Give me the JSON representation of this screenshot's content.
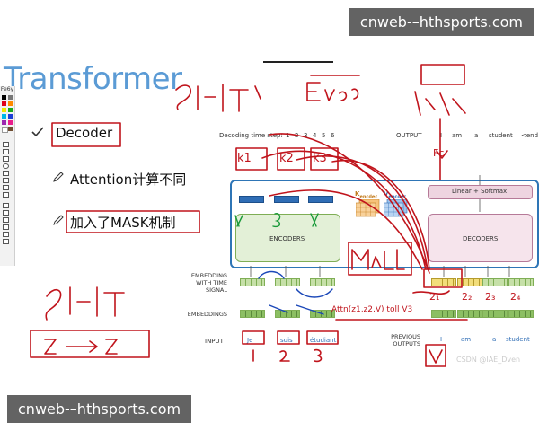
{
  "watermark_top": "cnweb-–hthsports.com",
  "watermark_bottom": "cnweb-–hthsports.com",
  "slide_title": "Transformer",
  "toolbar_label": "Fe6y",
  "bullets": [
    {
      "text": "Decoder",
      "icon": "check-icon"
    },
    {
      "text": "Attention计算不同",
      "icon": "pencil-icon"
    },
    {
      "text": "加入了MASK机制",
      "icon": "pencil-icon"
    }
  ],
  "diagram": {
    "decoding_label": "Decoding time step:",
    "time_steps": [
      "1",
      "2",
      "3",
      "4",
      "5",
      "6"
    ],
    "output_label": "OUTPUT",
    "outputs": [
      "I",
      "am",
      "a",
      "student",
      "<end"
    ],
    "k_label": "K",
    "k_sub": "encdec",
    "v_label": "V",
    "v_sub": "encdec",
    "softmax_label": "Linear + Softmax",
    "encoders_label": "ENCODERS",
    "decoders_label": "DECODERS",
    "embed_time_label": [
      "EMBEDDING",
      "WITH TIME",
      "SIGNAL"
    ],
    "embeddings_label": "EMBEDDINGS",
    "input_label": "INPUT",
    "inputs": [
      "Je",
      "suis",
      "étudiant"
    ],
    "previous_outputs_label": [
      "PREVIOUS",
      "OUTPUTS"
    ],
    "previous_outputs": [
      "I",
      "am",
      "a",
      "student"
    ],
    "credit": "CSDN @IAE_Dven"
  },
  "annotations": {
    "self_a_top": "Self-A",
    "encoder": "Encoder",
    "self_a_left": "Self-A",
    "z_note": "z1→z2",
    "k1": "k1",
    "k2": "k2",
    "k3": "k3",
    "eq_note": "Attn(z1,z2,V) toll V3",
    "nums": [
      "1",
      "2",
      "3"
    ],
    "vals": [
      "2₁",
      "2₂",
      "2₃",
      "2₄"
    ],
    "fc": "Fc",
    "v": "V"
  },
  "colors": {
    "title": "#5b9bd5",
    "annotation_red": "#c0141c",
    "annotation_blue": "#1a47b8",
    "encoder_fill": "#e3f0d7",
    "decoder_fill": "#f6e4ec",
    "softmax_fill": "#eed4e0",
    "frame_border": "#2e75b6"
  }
}
